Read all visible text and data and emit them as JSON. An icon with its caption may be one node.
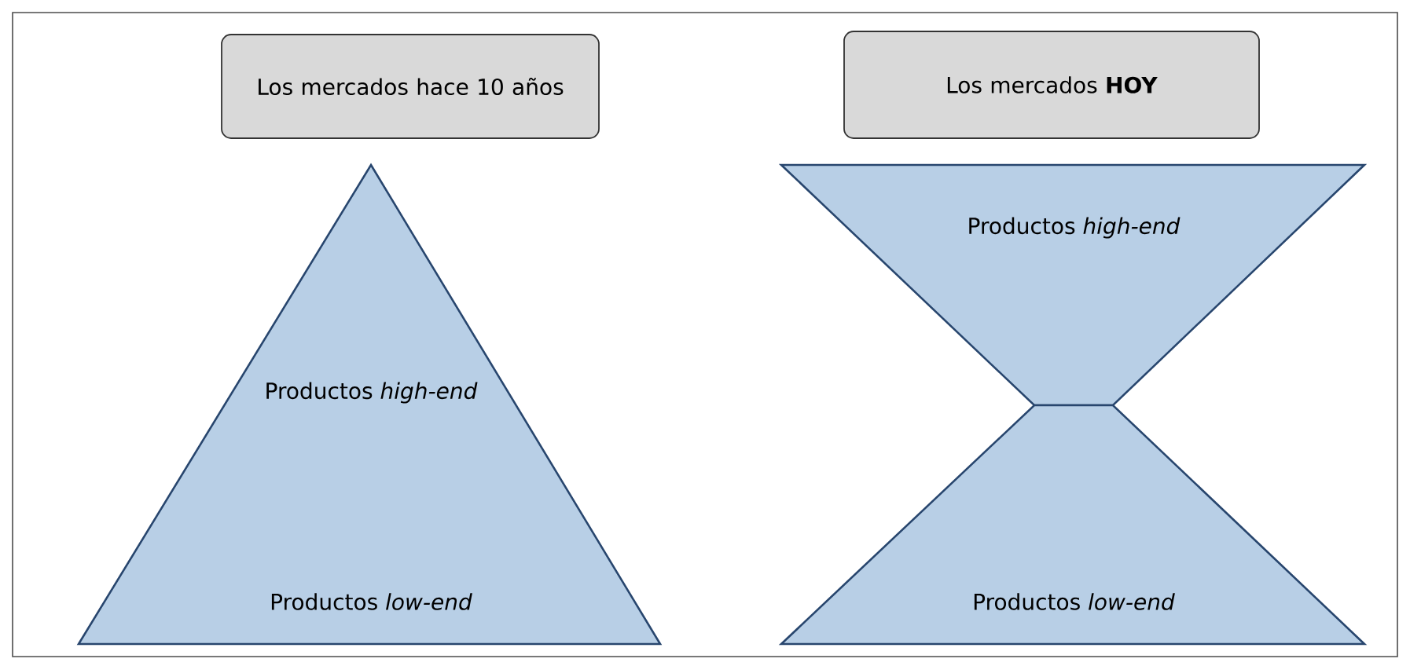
{
  "diagram": {
    "nodes": [
      {
        "text": [
          "Los mercados hace 10 años"
        ]
      },
      {
        "text": [
          "Los mercados **HOY**"
        ]
      },
      {
        "text": [
          "Productos *high-end*",
          "Productos *low-end*"
        ]
      },
      {
        "text": [
          "Productos *high-end*"
        ]
      },
      {
        "text": [
          "Productos *low-end*"
        ]
      }
    ]
  }
}
